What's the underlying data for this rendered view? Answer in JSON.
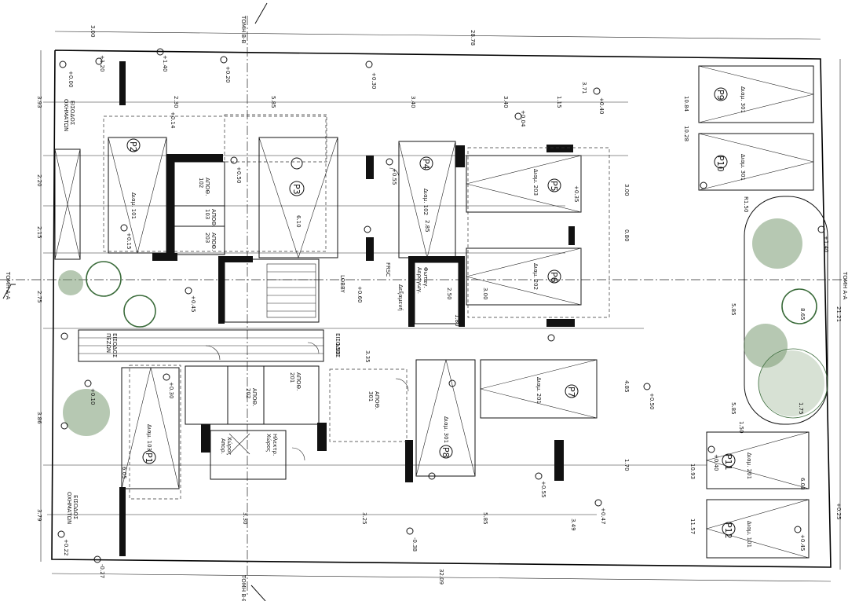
{
  "dimensions": {
    "top": [
      "3.00",
      "28.78"
    ],
    "bottom": [
      "32.09"
    ],
    "right": [
      "21.21"
    ],
    "left": [
      "3.93",
      "2.20",
      "2.15",
      "2.75",
      "3.86",
      "3.79"
    ],
    "misc": [
      "2.30",
      "5.85",
      "3.40",
      "3.40",
      "1.15",
      "3.71",
      "10.84",
      "10.28",
      "6.10",
      "2.85",
      "3.00",
      "3.00",
      "4.85",
      "1.70",
      "5.85",
      "3.35",
      "3.30",
      "3.25",
      "5.85",
      "3.49",
      "11.57",
      "10.93",
      "6.08",
      "6.05",
      "0.80",
      "1.50",
      "1.80",
      "2.50",
      "8.65",
      "5.85",
      "1.75",
      "1.50"
    ]
  },
  "levels": [
    "+0.00",
    "+1.20",
    "+1.40",
    "+0.20",
    "+0.30",
    "+0.40",
    "+0.04",
    "+0.14",
    "+0.55",
    "+0.50",
    "+0.35",
    "+0.15",
    "+0.45",
    "+0.10",
    "+0.60",
    "+1.40",
    "+0.25",
    "+0.47",
    "-0.38",
    "+0.22",
    "+0.30",
    "+0.40",
    "+0.50",
    "+0.55",
    "+0.45",
    "-0.27"
  ],
  "sections": {
    "vertical_top": "ΤΟΜΗ Β-Β",
    "vertical_bottom": "ΤΟΜΗ Β-Β",
    "horizontal_left": "ΤΟΜΗ Α-Α",
    "horizontal_right": "ΤΟΜΗ Α-Α"
  },
  "entrances": {
    "top": [
      "ΕΙΣΟΔΟΣ",
      "ΟΧΗΜΑΤΩΝ"
    ],
    "bottom": [
      "ΕΙΣΟΔΟΣ",
      "ΟΧΗΜΑΤΩΝ"
    ],
    "pedestrian": [
      "ΕΙΣΟΔΟΣ",
      "ΠΕΖΩΝ"
    ],
    "main": "ΕΙΣΟΔΟΣ"
  },
  "lobby": "LOBBY",
  "spaces": {
    "p1": {
      "code": "P1",
      "sub": "Διαμ. 103"
    },
    "p2": {
      "code": "P2",
      "sub": "Διαμ. 101"
    },
    "p3": {
      "code": "P3",
      "sub": ""
    },
    "p4": {
      "code": "P4",
      "sub": "Διαμ. 102"
    },
    "p5": {
      "code": "P5",
      "sub": "Διαμ. 203"
    },
    "p6": {
      "code": "P6",
      "sub": "Διαμ. 202"
    },
    "p7": {
      "code": "P7",
      "sub": "Διαμ. 201"
    },
    "p8": {
      "code": "P8",
      "sub": "Διαμ. 301"
    },
    "p9": {
      "code": "P9",
      "sub": "Διαμ. 301"
    },
    "p10": {
      "code": "P10",
      "sub": "Διαμ. 301"
    },
    "p11": {
      "code": "P11",
      "sub": "Διαμ. 201"
    },
    "p12": {
      "code": "P12",
      "sub": "Διαμ. 101"
    }
  },
  "storage": [
    {
      "label": "ΑΠΟΘ.",
      "num": "102"
    },
    {
      "label": "ΑΠΟΘ.",
      "num": "103"
    },
    {
      "label": "ΑΠΟΘ.",
      "num": "203"
    },
    {
      "label": "ΑΠΟΘ.",
      "num": "201"
    },
    {
      "label": "ΑΠΟΘ.",
      "num": "202"
    },
    {
      "label": "ΑΠΟΘ.",
      "num": "301"
    }
  ],
  "rooms": {
    "bin": [
      "Χώρος",
      "Απορ."
    ],
    "elec": [
      "Ηλεκτρ.",
      "Χώρος"
    ],
    "shaft": [
      "Φωταγ.",
      "Αεραγωγ."
    ],
    "chute": "FRSC",
    "tank": "Δεξαμενή"
  },
  "landscape": {
    "r": "R1.50"
  }
}
